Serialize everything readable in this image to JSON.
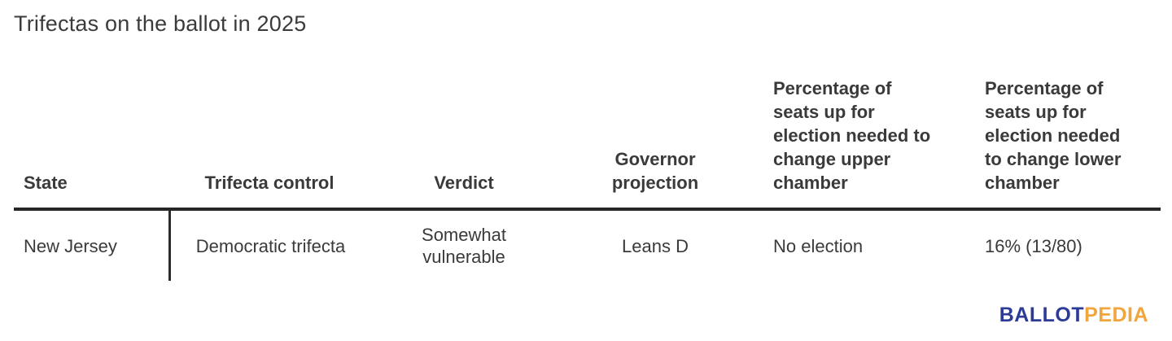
{
  "title": "Trifectas on the ballot in 2025",
  "chart_data": {
    "type": "table",
    "title": "Trifectas on the ballot in 2025",
    "columns": [
      "State",
      "Trifecta control",
      "Verdict",
      "Governor projection",
      "Percentage of seats up for election needed to change upper chamber",
      "Percentage of seats up for election needed to change lower chamber"
    ],
    "rows": [
      [
        "New Jersey",
        "Democratic trifecta",
        "Somewhat vulnerable",
        "Leans D",
        "No election",
        "16% (13/80)"
      ]
    ]
  },
  "table": {
    "headers": [
      {
        "label": "State"
      },
      {
        "label": "Trifecta control"
      },
      {
        "label": "Verdict"
      },
      {
        "label": "Governor\nprojection"
      },
      {
        "label": "Percentage of\nseats up for\nelection needed to\nchange upper\nchamber"
      },
      {
        "label": "Percentage of\nseats up for\nelection needed\nto change lower\nchamber"
      }
    ],
    "rows": [
      {
        "cells": [
          "New Jersey",
          "Democratic trifecta",
          "Somewhat\nvulnerable",
          "Leans D",
          "No election",
          "16% (13/80)"
        ]
      }
    ]
  },
  "branding": {
    "logo_part1": "BALLOT",
    "logo_part2": "PEDIA",
    "logo_part1_color": "#2b3b96",
    "logo_part2_color": "#f0a53d"
  },
  "colors": {
    "text": "#3a3a3a",
    "rule": "#262626",
    "background": "#ffffff"
  }
}
